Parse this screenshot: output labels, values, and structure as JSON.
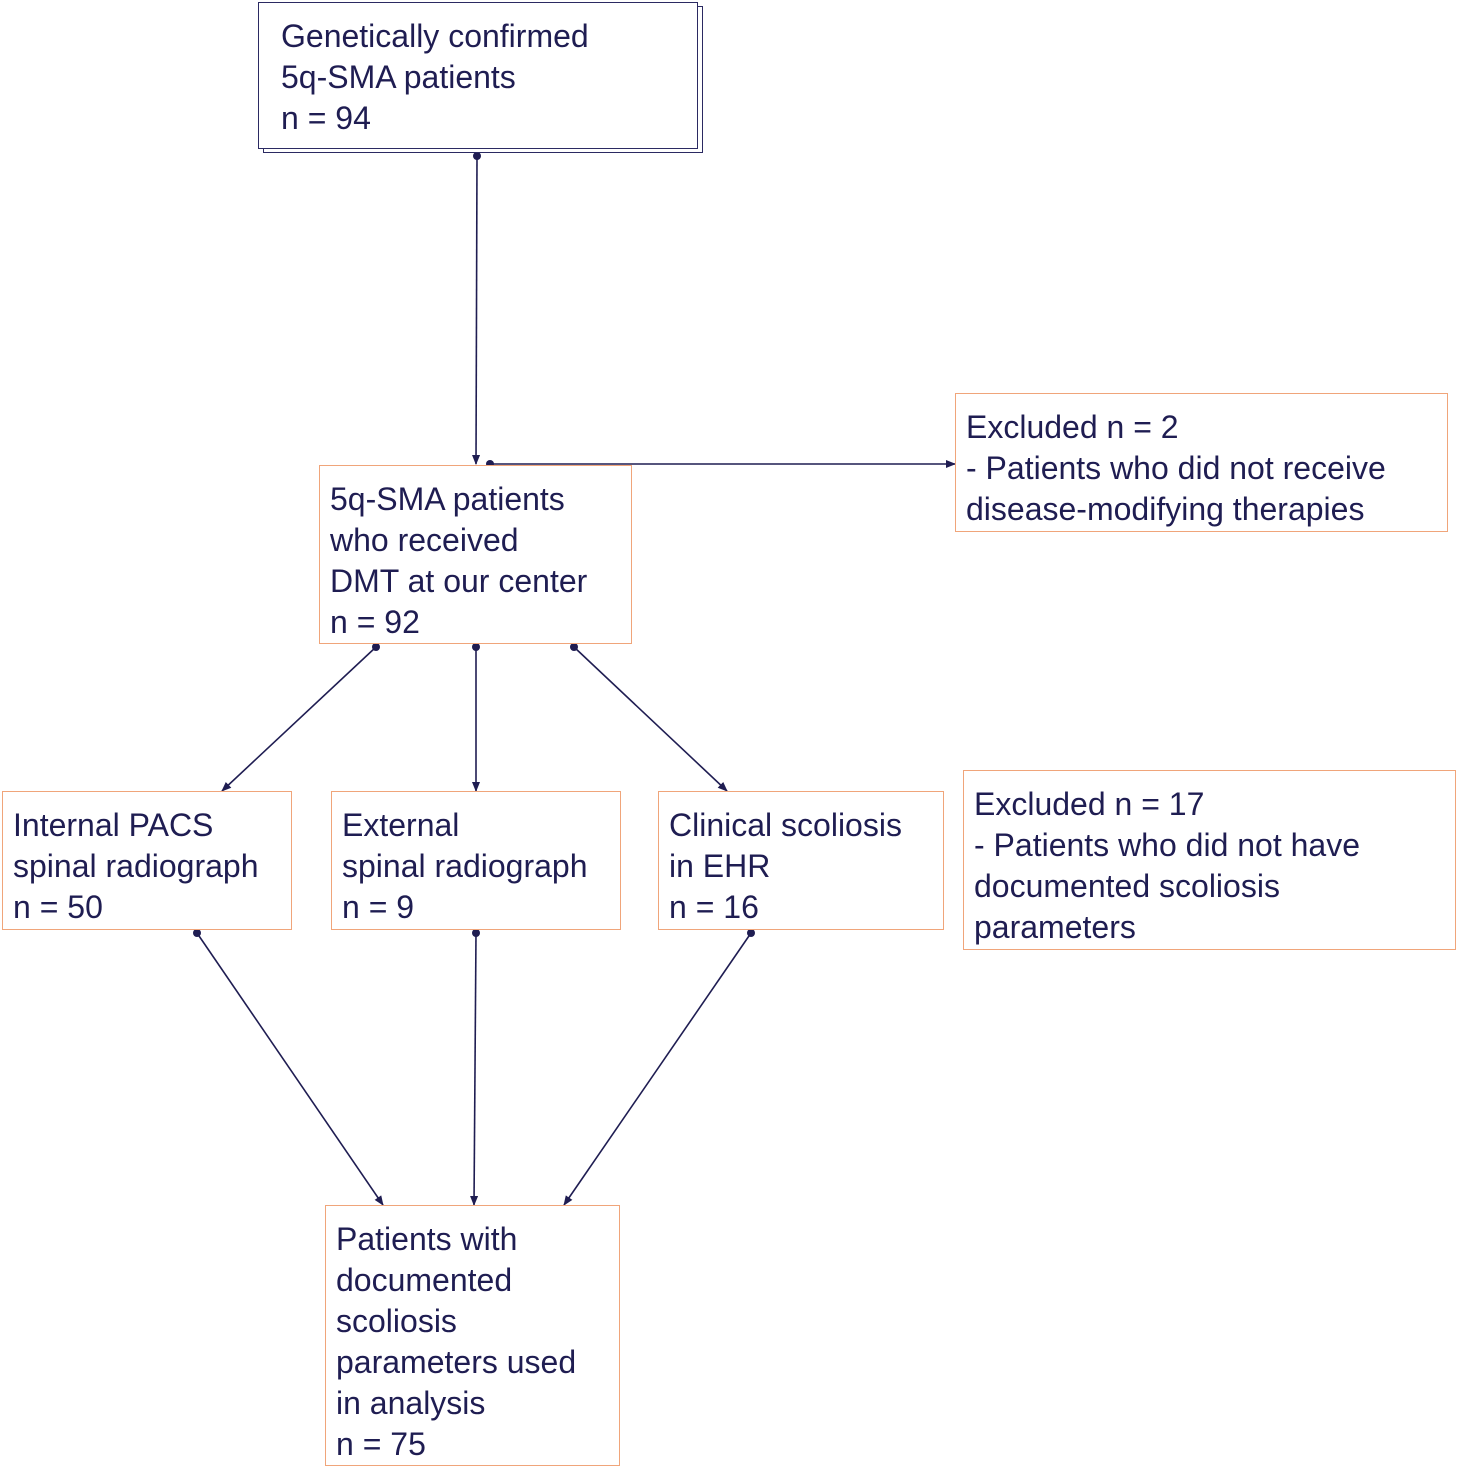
{
  "nodes": {
    "source": {
      "lines": [
        "Genetically confirmed",
        "5q-SMA patients",
        "n = 94"
      ]
    },
    "dmt": {
      "lines": [
        "5q-SMA patients",
        "who received",
        "DMT at our center",
        "n = 92"
      ]
    },
    "excluded_dmt": {
      "lines": [
        "Excluded n = 2",
        "- Patients who did not receive",
        "disease-modifying therapies"
      ]
    },
    "internal_pacs": {
      "lines": [
        "Internal PACS",
        "spinal radiograph",
        "n = 50"
      ]
    },
    "external": {
      "lines": [
        "External",
        "spinal radiograph",
        "n = 9"
      ]
    },
    "clinical": {
      "lines": [
        "Clinical scoliosis",
        "in EHR",
        "n = 16"
      ]
    },
    "excluded_docs": {
      "lines": [
        "Excluded n = 17",
        "- Patients who did not have",
        "documented scoliosis",
        "parameters"
      ]
    },
    "analysis": {
      "lines": [
        "Patients with",
        "documented",
        "scoliosis",
        "parameters used",
        "in analysis",
        "n = 75"
      ]
    }
  },
  "colors": {
    "text": "#1f1d52",
    "navy_border": "#2b2a62",
    "orange_border": "#f0a57a",
    "arrow": "#1f1d52"
  }
}
